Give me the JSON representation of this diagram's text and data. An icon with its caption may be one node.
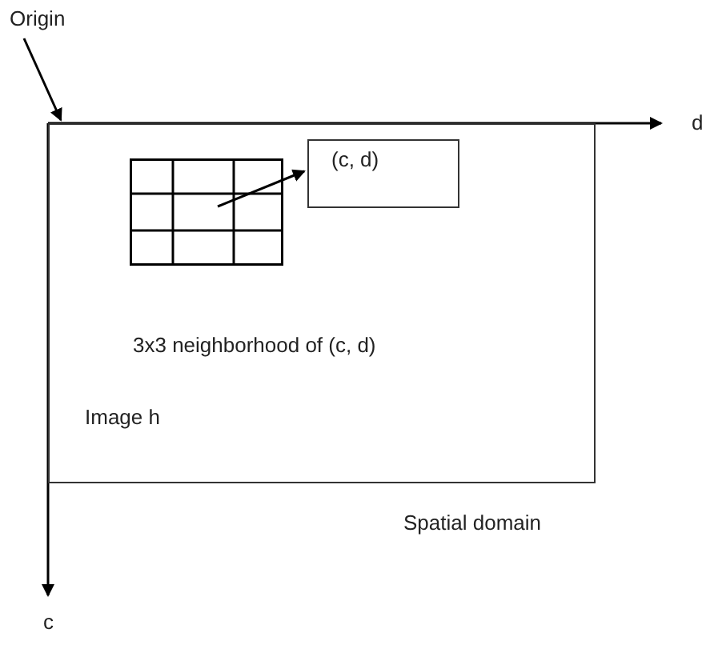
{
  "diagram": {
    "nodes": [
      {
        "text": [
          "Origin"
        ]
      },
      {
        "text": [
          "Image h"
        ]
      },
      {
        "text": [],
        "shape": "box",
        "in": 1,
        "beside": [
          "3x3 neighborhood of (c, d)"
        ]
      },
      {
        "text": [
          "(c, d)"
        ],
        "in": 1
      }
    ],
    "edges": [
      {
        "from": 0,
        "to": 1,
        "arrow": "to"
      },
      {
        "from": 2,
        "to": 3,
        "arrow": "to"
      }
    ],
    "labels": [
      "d",
      "Spatial domain",
      "c"
    ]
  }
}
